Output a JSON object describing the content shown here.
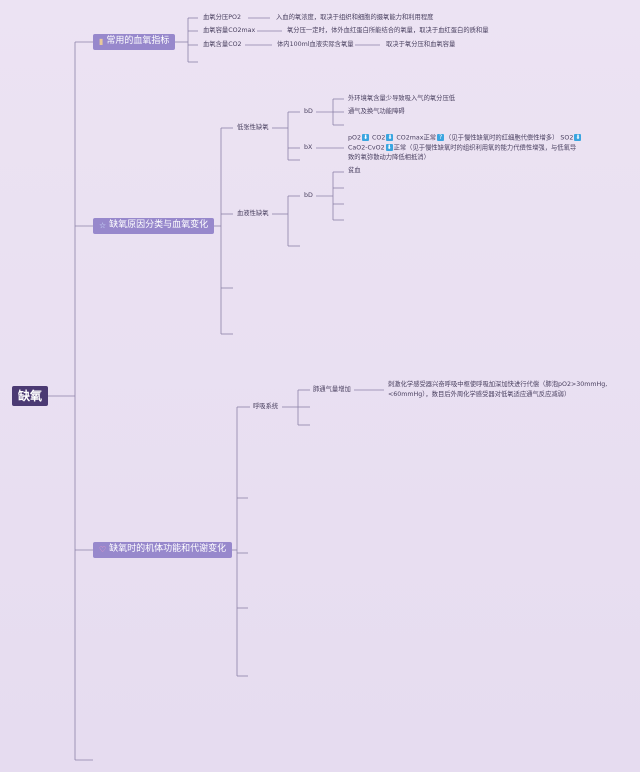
{
  "root": "缺氧",
  "branches": [
    {
      "label": "常用的血氧指标",
      "icon": "notebook-icon",
      "icon_glyph": "▮"
    },
    {
      "label": "缺氧原因分类与血氧变化",
      "icon": "star-icon",
      "icon_glyph": "☆"
    },
    {
      "label": "缺氧时的机体功能和代谢变化",
      "icon": "heart-icon",
      "icon_glyph": "♡"
    }
  ],
  "indicators": [
    {
      "name": "血氧分压PO2",
      "desc": "入血的氧浓度，取决于组织和细胞的摄氧能力和利用程度"
    },
    {
      "name": "血氧容量CO2max",
      "desc": "氧分压一定时，体外血红蛋白所能结合的氧量，取决于血红蛋白的质和量"
    },
    {
      "name": "血氧含量CO2",
      "desc": "体内100ml血液实际含氧量",
      "desc2": "取决于氧分压和血氧容量"
    }
  ],
  "causes": {
    "hypotonic": {
      "label": "低张性缺氧",
      "bd_label": "bD",
      "bd_items": [
        "外环境氧含量少导致吸入气的氧分压低",
        "通气及换气功能障碍"
      ],
      "bx_label": "bX",
      "bx_line1_a": "pO2",
      "bx_line1_b": "CO2",
      "bx_line1_c": "CO2max正常",
      "bx_line1_d": "（见于慢性缺氧时的红细胞代偿性增多） SO2",
      "bx_line2_a": "CaO2-CvO2",
      "bx_line2_b": "正常（见于慢性缺氧时的组织利用氧的能力代偿性增强，与低氧导",
      "bx_line3": "致的氧弥散动力降低相抵消）",
      "down_arrow": "⬇",
      "question": "?"
    },
    "hemic": {
      "label": "血液性缺氧",
      "bd_label": "bD",
      "bd_item": "贫血"
    }
  },
  "changes": {
    "respiratory": "呼吸系统",
    "ventilation": "肺通气量增加",
    "mechanism_line1": "刺激化学感受器兴奋呼吸中枢使呼吸加深加快进行代偿（肺泡pO2>30mmHg,",
    "mechanism_line2": "<60mmHg），数目后外周化学感受器对低氧适应通气反应减弱）"
  },
  "colors": {
    "background": "#e9e0f2",
    "line": "#8c82a8",
    "root_fill": "#4b3a73",
    "branch_fill": "#9788cc",
    "badge": "#3aa5e0"
  }
}
